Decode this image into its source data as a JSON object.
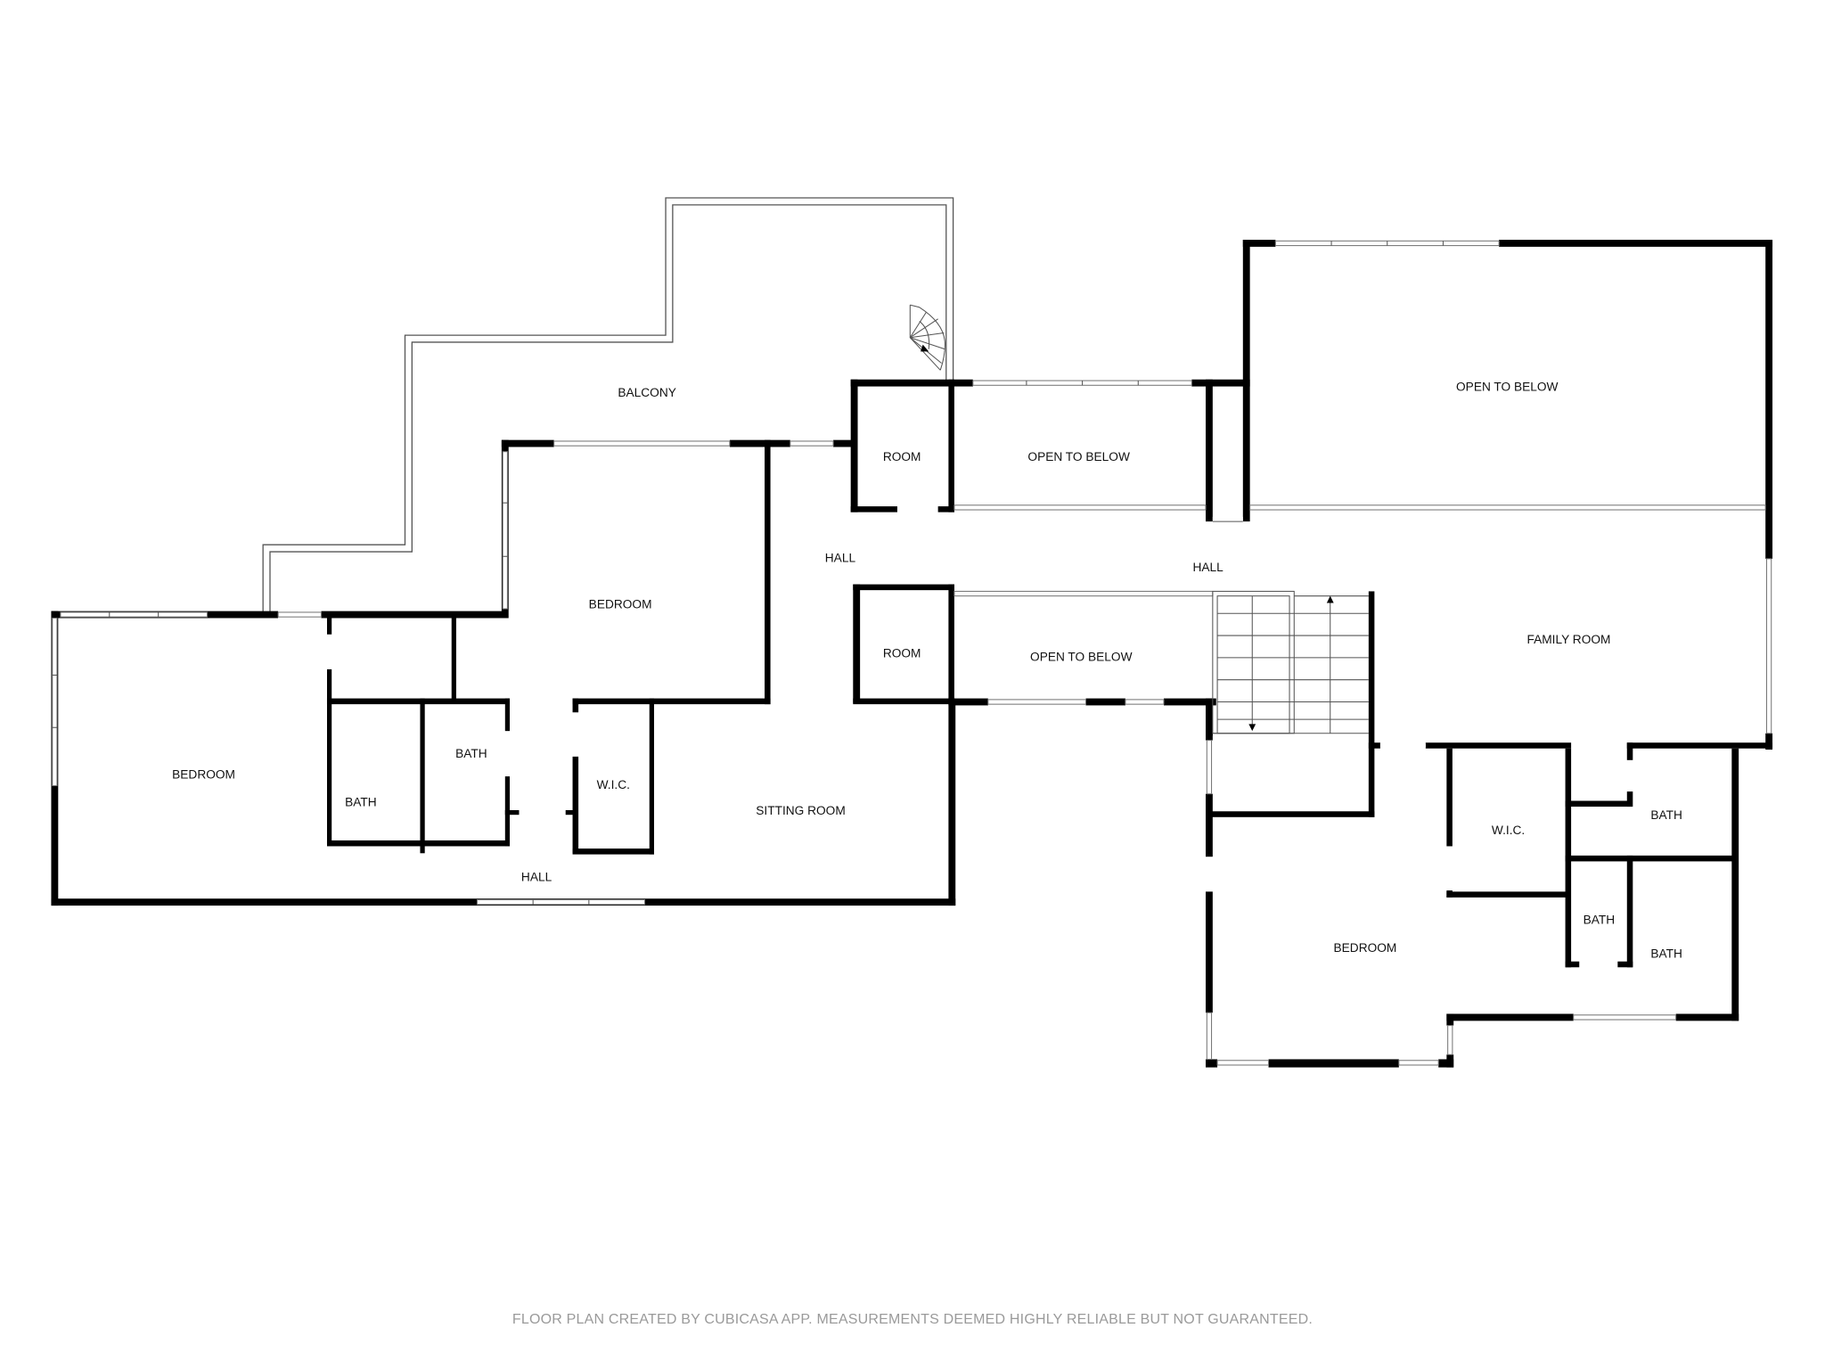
{
  "floorplan": {
    "rooms": [
      {
        "id": "balcony",
        "label": "BALCONY"
      },
      {
        "id": "room-upper",
        "label": "ROOM"
      },
      {
        "id": "open-below-upper",
        "label": "OPEN TO BELOW"
      },
      {
        "id": "open-below-large",
        "label": "OPEN TO BELOW"
      },
      {
        "id": "hall-left",
        "label": "HALL"
      },
      {
        "id": "hall-center",
        "label": "HALL"
      },
      {
        "id": "bedroom-center",
        "label": "BEDROOM"
      },
      {
        "id": "room-lower",
        "label": "ROOM"
      },
      {
        "id": "open-below-lower",
        "label": "OPEN TO BELOW"
      },
      {
        "id": "family-room",
        "label": "FAMILY ROOM"
      },
      {
        "id": "bedroom-left",
        "label": "BEDROOM"
      },
      {
        "id": "bath-left-1",
        "label": "BATH"
      },
      {
        "id": "bath-left-2",
        "label": "BATH"
      },
      {
        "id": "wic-left",
        "label": "W.I.C."
      },
      {
        "id": "sitting-room",
        "label": "SITTING ROOM"
      },
      {
        "id": "hall-bottom",
        "label": "HALL"
      },
      {
        "id": "wic-right",
        "label": "W.I.C."
      },
      {
        "id": "bath-right-1",
        "label": "BATH"
      },
      {
        "id": "bath-right-2",
        "label": "BATH"
      },
      {
        "id": "bath-right-3",
        "label": "BATH"
      },
      {
        "id": "bedroom-right",
        "label": "BEDROOM"
      }
    ]
  },
  "footer": {
    "disclaimer": "FLOOR PLAN CREATED BY CUBICASA APP. MEASUREMENTS DEEMED HIGHLY RELIABLE BUT NOT GUARANTEED."
  }
}
